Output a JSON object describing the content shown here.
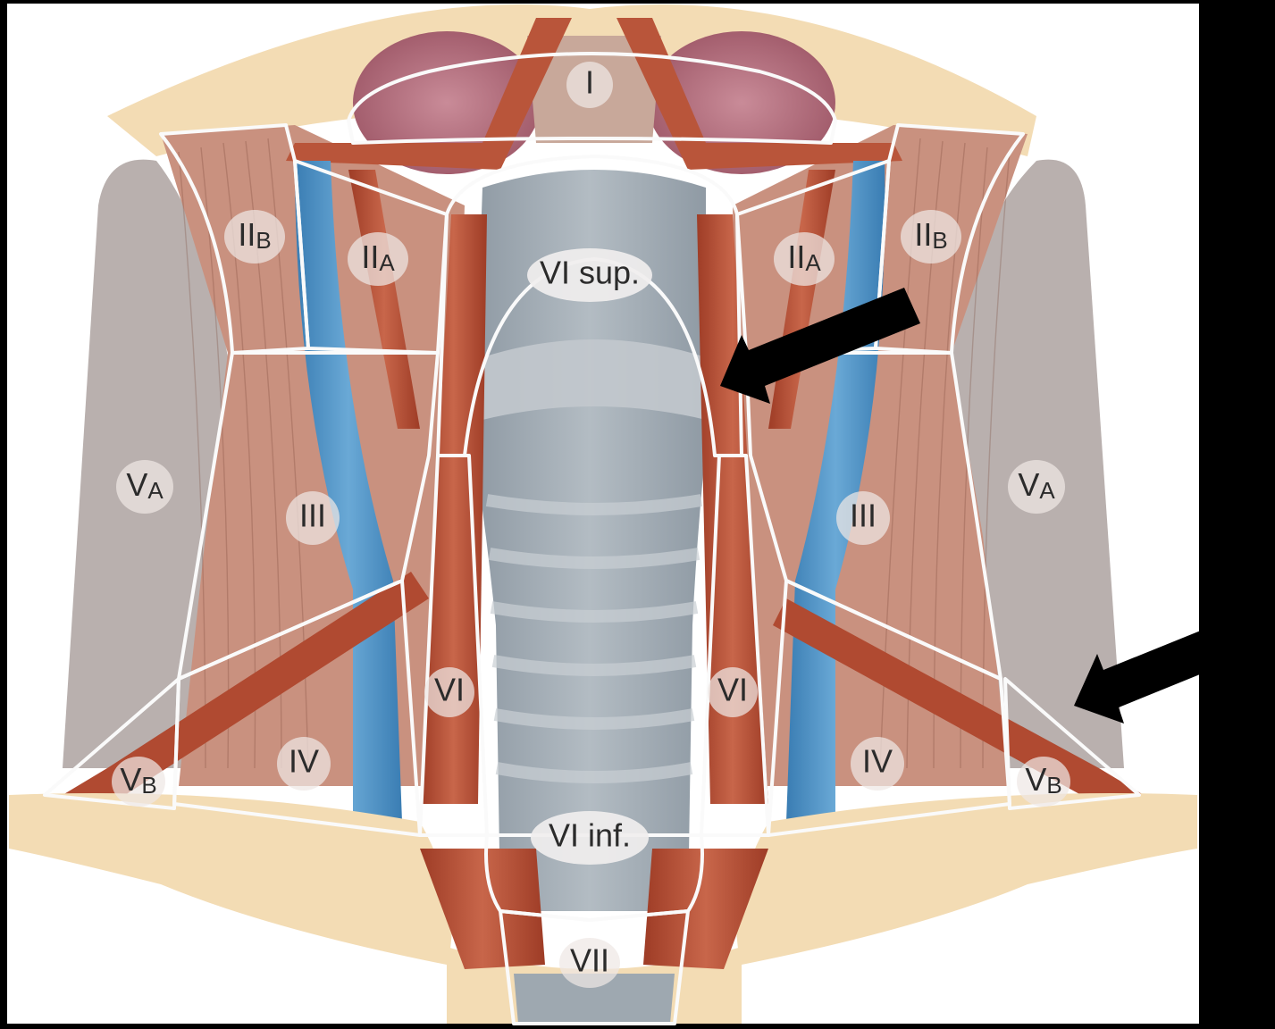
{
  "diagram": {
    "levels": {
      "level_I": "I",
      "level_IIB_left": "II",
      "level_IIB_left_sub": "B",
      "level_IIA_left": "II",
      "level_IIA_left_sub": "A",
      "level_IIA_right": "II",
      "level_IIA_right_sub": "A",
      "level_IIB_right": "II",
      "level_IIB_right_sub": "B",
      "level_VI_sup": "VI sup.",
      "level_VA_left": "V",
      "level_VA_left_sub": "A",
      "level_VA_right": "V",
      "level_VA_right_sub": "A",
      "level_III_left": "III",
      "level_III_right": "III",
      "level_VI_left": "VI",
      "level_VI_right": "VI",
      "level_IV_left": "IV",
      "level_IV_right": "IV",
      "level_VB_left": "V",
      "level_VB_left_sub": "B",
      "level_VB_right": "V",
      "level_VB_right_sub": "B",
      "level_VI_inf": "VI inf.",
      "level_VII": "VII"
    },
    "colors": {
      "background": "#000000",
      "skin": "#f3dcb4",
      "muscle": "#c0603f",
      "muscle_dark": "#a5412a",
      "tissue": "#c99888",
      "vein": "#4a8fc4",
      "trachea": "#9ea8b0",
      "posterior_triangle": "#b9b0ae",
      "gland": "#b06a7a",
      "zone_border": "#fafafa",
      "arrow": "#000000"
    },
    "arrows": [
      "arrow-pointer",
      "arrow-pointer"
    ]
  }
}
